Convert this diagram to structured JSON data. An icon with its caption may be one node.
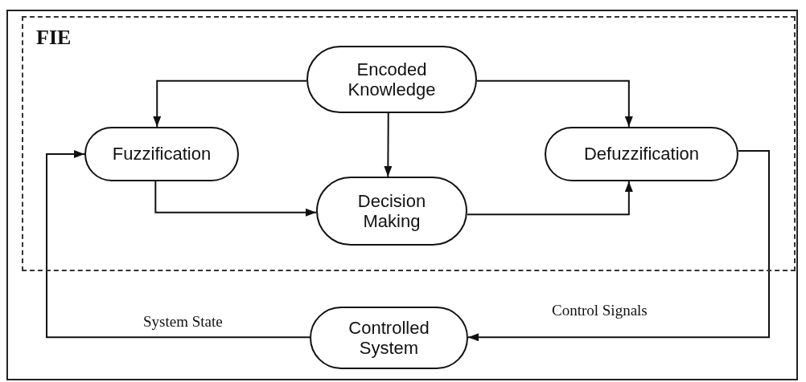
{
  "diagram": {
    "nodes": [
      {
        "text": [
          "FIE"
        ]
      },
      {
        "text": [
          "Encoded Knowledge"
        ],
        "in": 0
      },
      {
        "text": [
          "Fuzzification"
        ],
        "in": 0
      },
      {
        "text": [
          "Decision Making"
        ],
        "in": 0
      },
      {
        "text": [
          "Defuzzification"
        ],
        "in": 0
      },
      {
        "text": [
          "Controlled System"
        ]
      }
    ],
    "edges": [
      {
        "from": 1,
        "to": 2,
        "arrow": "to"
      },
      {
        "from": 1,
        "to": 3,
        "arrow": "to"
      },
      {
        "from": 1,
        "to": 4,
        "arrow": "to"
      },
      {
        "from": 2,
        "to": 3,
        "arrow": "to"
      },
      {
        "from": 3,
        "to": 4,
        "arrow": "to"
      },
      {
        "from": 4,
        "to": 5,
        "arrow": "to",
        "label": "Control Signals"
      },
      {
        "from": 5,
        "to": 2,
        "arrow": "to",
        "label": "System State"
      }
    ]
  }
}
